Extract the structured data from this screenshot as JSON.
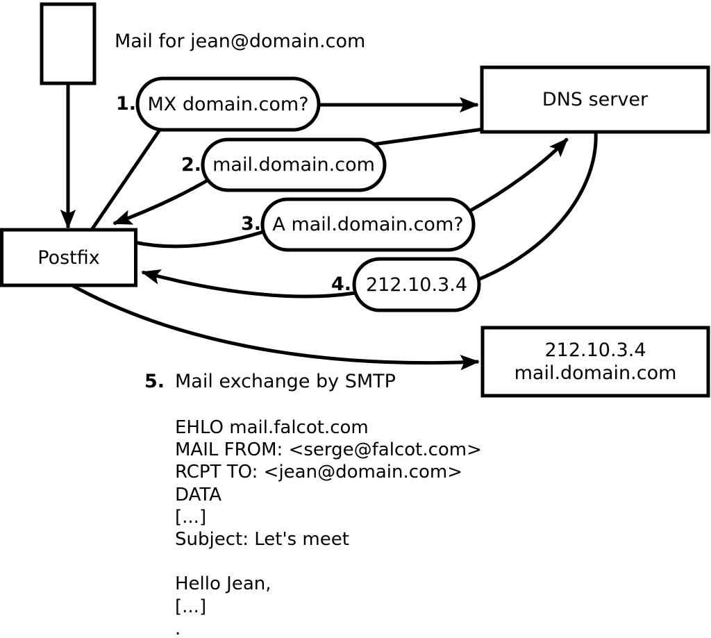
{
  "diagram": {
    "title": "Mail for jean@domain.com",
    "nodes": {
      "postfix": "Postfix",
      "dns": "DNS server",
      "mail_server_lines": [
        "212.10.3.4",
        "mail.domain.com"
      ]
    },
    "steps": [
      {
        "num": "1.",
        "label": "MX domain.com?"
      },
      {
        "num": "2.",
        "label": "mail.domain.com"
      },
      {
        "num": "3.",
        "label": "A mail.domain.com?"
      },
      {
        "num": "4.",
        "label": "212.10.3.4"
      },
      {
        "num": "5.",
        "label": "Mail exchange by SMTP"
      }
    ],
    "smtp_session": [
      "EHLO mail.falcot.com",
      "MAIL FROM: <serge@falcot.com>",
      "RCPT TO: <jean@domain.com>",
      "DATA",
      "[...]",
      "Subject: Let's meet",
      "",
      "Hello Jean,",
      "[...]",
      "."
    ],
    "colors": {
      "ink": "#000000",
      "background": "#ffffff"
    }
  }
}
